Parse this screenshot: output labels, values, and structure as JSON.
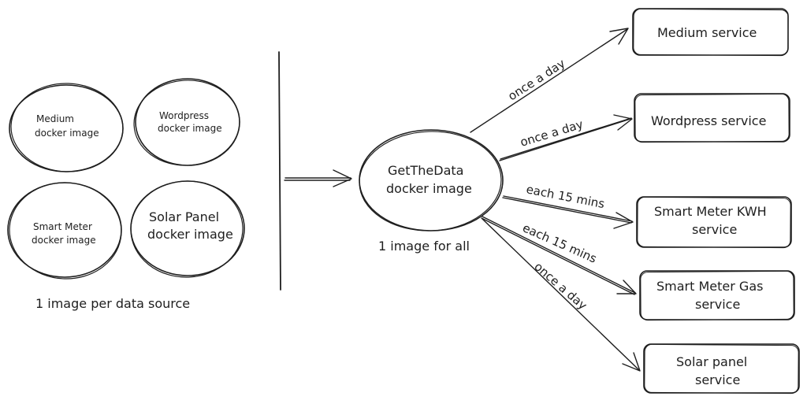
{
  "left_group": {
    "images": [
      {
        "line1": "Medium",
        "line2": "docker image"
      },
      {
        "line1": "Wordpress",
        "line2": "docker image"
      },
      {
        "line1": "Smart Meter",
        "line2": "docker image"
      },
      {
        "line1": "Solar Panel",
        "line2": "docker image"
      }
    ],
    "caption": "1 image per data source"
  },
  "center": {
    "line1": "GetTheData",
    "line2": "docker image",
    "caption": "1 image for all"
  },
  "services": [
    {
      "line1": "Medium service",
      "line2": ""
    },
    {
      "line1": "Wordpress service",
      "line2": ""
    },
    {
      "line1": "Smart Meter KWH",
      "line2": "service"
    },
    {
      "line1": "Smart Meter Gas",
      "line2": "service"
    },
    {
      "line1": "Solar panel",
      "line2": "service"
    }
  ],
  "edges": [
    {
      "label": "once a day"
    },
    {
      "label": "once a day"
    },
    {
      "label": "each 15 mins"
    },
    {
      "label": "each 15 mins"
    },
    {
      "label": "once a day"
    }
  ]
}
